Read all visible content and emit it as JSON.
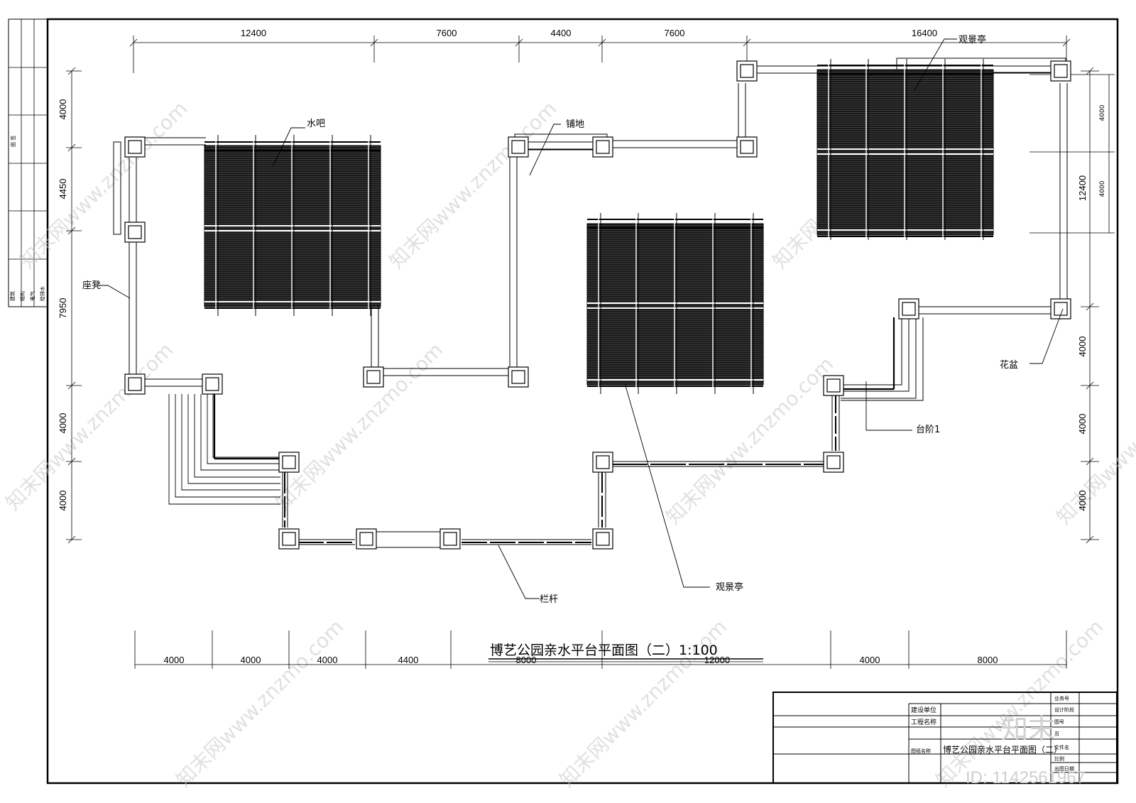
{
  "drawing_title": "博艺公园亲水平台平面图（二）1:100",
  "dims_top": [
    "12400",
    "7600",
    "4400",
    "7600",
    "16400"
  ],
  "dims_bottom": [
    "4000",
    "4000",
    "4000",
    "4400",
    "8000",
    "12000",
    "4000",
    "8000"
  ],
  "dims_left": [
    "4000",
    "4450",
    "7950",
    "4000",
    "4000"
  ],
  "dims_right_outer": [
    "12400",
    "4000",
    "4000",
    "4000"
  ],
  "dims_right_inner": [
    "4000",
    "4000"
  ],
  "labels": {
    "water_bar": "水吧",
    "paving": "铺地",
    "viewing_pavilion_top": "观景亭",
    "viewing_pavilion_bottom": "观景亭",
    "bench": "座凳",
    "flower_pot": "花盆",
    "step": "台阶1",
    "railing": "栏杆"
  },
  "left_strip": {
    "top_label": "图 签",
    "disciplines": [
      "建筑",
      "结构",
      "电气",
      "给排水"
    ]
  },
  "title_block": {
    "build_unit_label": "建设单位",
    "project_name_label": "工程名称",
    "drawing_name_label": "图纸名称",
    "drawing_name_value": "博艺公园亲水平台平面图（二）",
    "business_no": "业务号",
    "design_stage": "设计阶段",
    "drawing_no": "图号",
    "sheet": "页",
    "file_name": "文件名",
    "scale": "比例",
    "date": "出图日期"
  },
  "watermark": {
    "text": "知末网www.znzmo.com",
    "brand": "知末",
    "id": "ID: 1142561967"
  }
}
